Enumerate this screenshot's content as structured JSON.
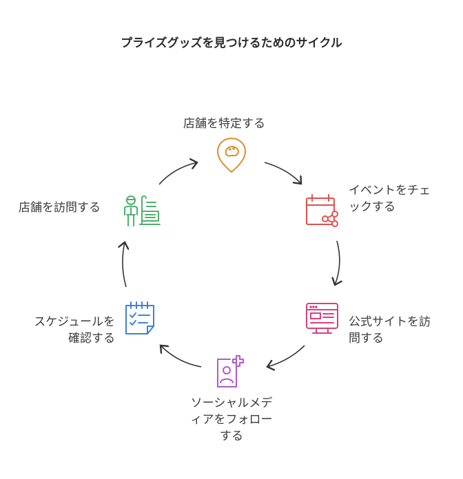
{
  "title": "プライズグッズを見つけるためのサイクル",
  "steps": [
    {
      "id": "identify-store",
      "label_lines": [
        "店舗を特定する"
      ],
      "icon": "map-pin-icon",
      "color": "#e08a2c"
    },
    {
      "id": "check-events",
      "label_lines": [
        "イベントをチェ",
        "ックする"
      ],
      "icon": "calendar-share-icon",
      "color": "#e0504d"
    },
    {
      "id": "visit-official-site",
      "label_lines": [
        "公式サイトを訪",
        "問する"
      ],
      "icon": "website-icon",
      "color": "#d6407e"
    },
    {
      "id": "follow-social",
      "label_lines": [
        "ソーシャルメデ",
        "ィアをフォロー",
        "する"
      ],
      "icon": "add-profile-icon",
      "color": "#b455d6"
    },
    {
      "id": "check-schedule",
      "label_lines": [
        "スケジュールを",
        "確認する"
      ],
      "icon": "checklist-icon",
      "color": "#3f7fde"
    },
    {
      "id": "visit-store",
      "label_lines": [
        "店舗を訪問する"
      ],
      "icon": "shop-clerk-icon",
      "color": "#4cb06b"
    }
  ]
}
